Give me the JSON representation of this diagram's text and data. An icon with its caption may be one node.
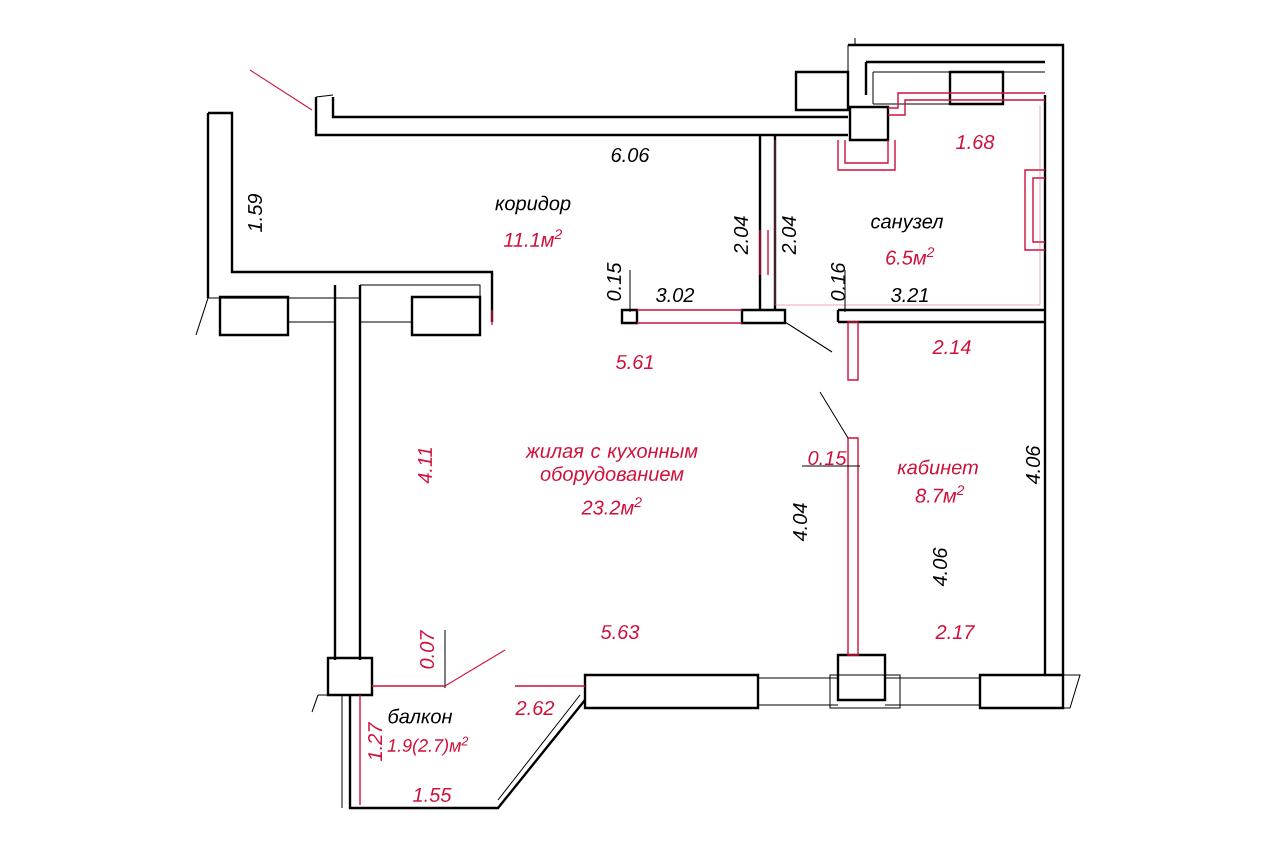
{
  "diagram": {
    "labels": [
      "1.68",
      "6.06",
      "коридор",
      "1.59",
      "11.1м$^{2}$",
      "2.04",
      "2.04",
      "санузел",
      "6.5м$^{2}$",
      "0.15",
      "3.02",
      "0.16",
      "3.21",
      "5.61",
      "2.14",
      "жилая с кухонным оборудованием",
      "0.15",
      "кабинет",
      "4.11",
      "4.06",
      "23.2м$^{2}$",
      "8.7м$^{2}$",
      "4.04",
      "4.06",
      "5.63",
      "2.17",
      "0.07",
      "2.62",
      "балкон",
      "1.27",
      "1.9(2.7)м$^{2}$",
      "1.55"
    ]
  }
}
